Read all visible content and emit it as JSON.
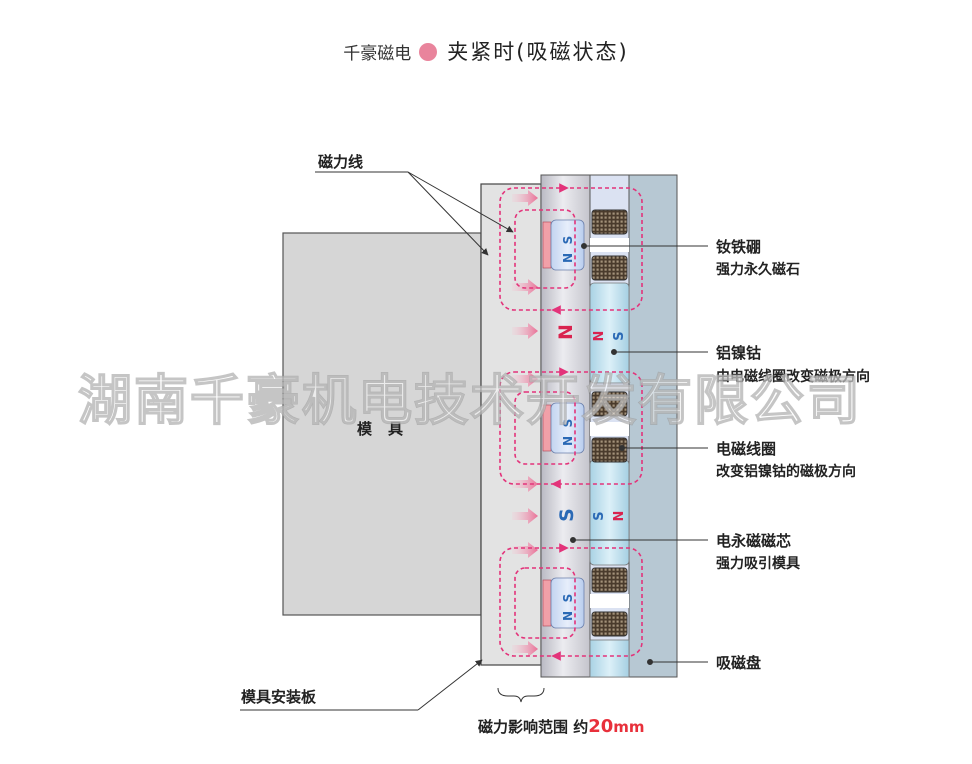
{
  "header": {
    "brand": "千豪磁电",
    "state": "夹紧时(吸磁状态)"
  },
  "labels": {
    "flux_lines": "磁力线",
    "mold": "模具",
    "mold_plate": "模具安装板",
    "ndfeb": "钕铁硼",
    "ndfeb_desc": "强力永久磁石",
    "alnico": "铝镍钴",
    "alnico_desc": "由电磁线圈改变磁极方向",
    "coil": "电磁线圈",
    "coil_desc": "改变铝镍钴的磁极方向",
    "core": "电永磁磁芯",
    "core_desc": "强力吸引模具",
    "chuck": "吸磁盘",
    "range_text": "磁力影响范围 约",
    "range_value": "20",
    "range_unit": "mm"
  },
  "poles": {
    "core_top": "N",
    "core_bottom": "S",
    "alnico_top_left": "N",
    "alnico_top_right": "S",
    "alnico_bottom_left": "S",
    "alnico_bottom_right": "N",
    "ndfeb_n": "N",
    "ndfeb_s": "S"
  },
  "watermark": "湖南千豪机电技术开发有限公司",
  "colors": {
    "flux": "#e3337a",
    "pole_n": "#d9234f",
    "pole_s": "#2a69b5",
    "accent_dot": "#e9849c"
  }
}
